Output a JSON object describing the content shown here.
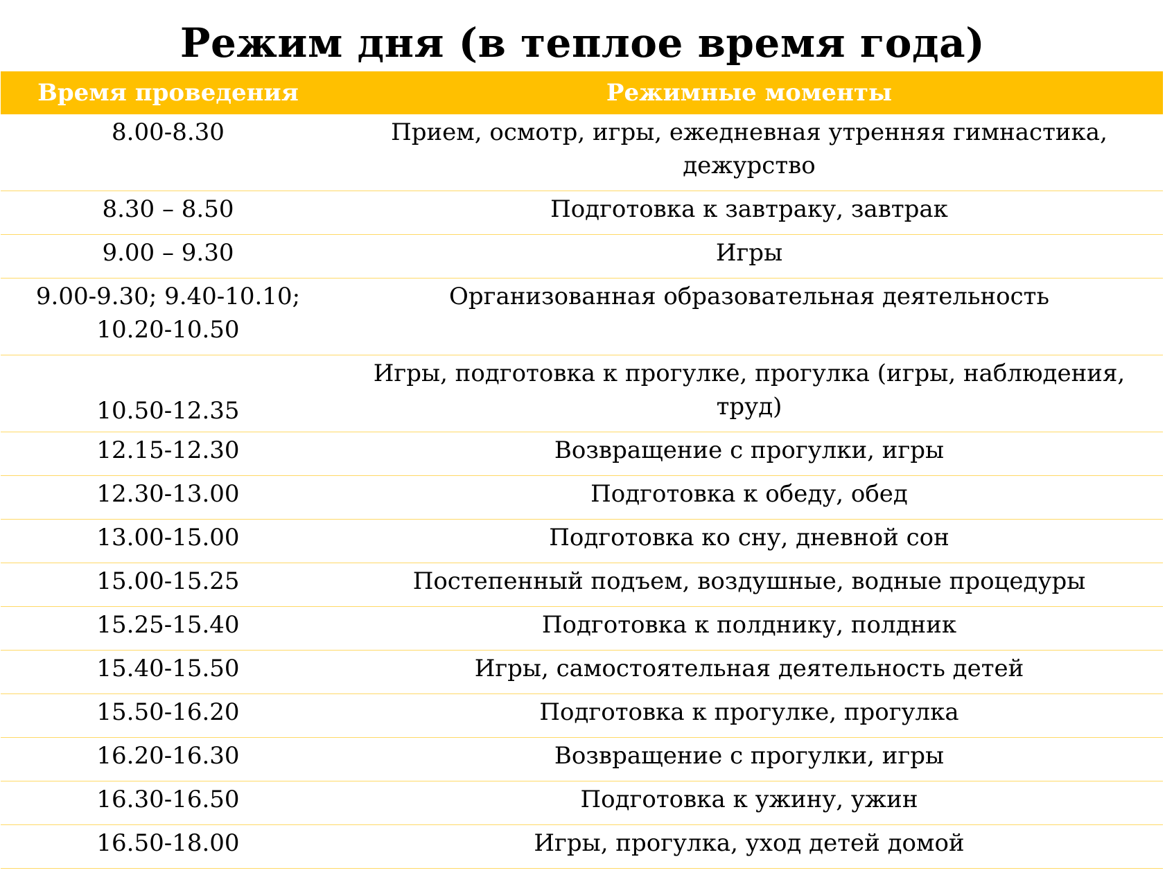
{
  "title": "Режим дня (в теплое время года)",
  "table": {
    "headers": [
      "Время проведения",
      "Режимные моменты"
    ],
    "header_bg": "#ffc000",
    "header_text_color": "#ffffff",
    "row_border_color": "#ffd966",
    "rows": [
      {
        "time": "8.00-8.30",
        "activity": "Прием, осмотр, игры, ежедневная утренняя гимнастика, дежурство"
      },
      {
        "time": "8.30 – 8.50",
        "activity": "Подготовка к завтраку, завтрак"
      },
      {
        "time": "9.00 – 9.30",
        "activity": "Игры"
      },
      {
        "time": "9.00-9.30; 9.40-10.10; 10.20-10.50",
        "activity": "Организованная образовательная деятельность"
      },
      {
        "time": "10.50-12.35",
        "activity": "Игры, подготовка к прогулке, прогулка (игры, наблюдения, труд)"
      },
      {
        "time": "12.15-12.30",
        "activity": "Возвращение с прогулки, игры"
      },
      {
        "time": "12.30-13.00",
        "activity": "Подготовка к обеду, обед"
      },
      {
        "time": "13.00-15.00",
        "activity": "Подготовка ко сну, дневной сон"
      },
      {
        "time": "15.00-15.25",
        "activity": "Постепенный подъем, воздушные, водные процедуры"
      },
      {
        "time": "15.25-15.40",
        "activity": "Подготовка к полднику, полдник"
      },
      {
        "time": "15.40-15.50",
        "activity": "Игры, самостоятельная деятельность детей"
      },
      {
        "time": "15.50-16.20",
        "activity": "Подготовка к прогулке, прогулка"
      },
      {
        "time": "16.20-16.30",
        "activity": "Возвращение с прогулки, игры"
      },
      {
        "time": "16.30-16.50",
        "activity": "Подготовка к ужину, ужин"
      },
      {
        "time": "16.50-18.00",
        "activity": "Игры, прогулка, уход детей домой"
      }
    ]
  }
}
